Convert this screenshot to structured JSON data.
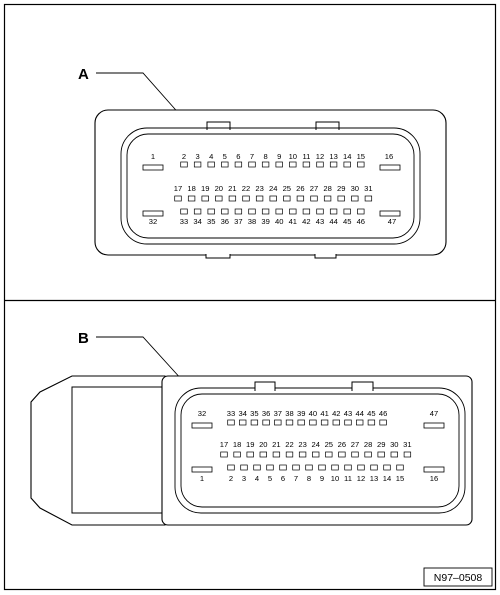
{
  "figure_ref": "N97–0508",
  "connector_a": {
    "label": "A",
    "row1_pins": [
      "1",
      "2",
      "3",
      "4",
      "5",
      "6",
      "7",
      "8",
      "9",
      "10",
      "11",
      "12",
      "13",
      "14",
      "15",
      "16"
    ],
    "row2_pins": [
      "17",
      "18",
      "19",
      "20",
      "21",
      "22",
      "23",
      "24",
      "25",
      "26",
      "27",
      "28",
      "29",
      "30",
      "31"
    ],
    "row3_pins": [
      "32",
      "33",
      "34",
      "35",
      "36",
      "37",
      "38",
      "39",
      "40",
      "41",
      "42",
      "43",
      "44",
      "45",
      "46",
      "47"
    ]
  },
  "connector_b": {
    "label": "B",
    "row1_pins": [
      "32",
      "33",
      "34",
      "35",
      "36",
      "37",
      "38",
      "39",
      "40",
      "41",
      "42",
      "43",
      "44",
      "45",
      "46",
      "47"
    ],
    "row2_pins": [
      "17",
      "18",
      "19",
      "20",
      "21",
      "22",
      "23",
      "24",
      "25",
      "26",
      "27",
      "28",
      "29",
      "30",
      "31"
    ],
    "row3_pins": [
      "1",
      "2",
      "3",
      "4",
      "5",
      "6",
      "7",
      "8",
      "9",
      "10",
      "11",
      "12",
      "13",
      "14",
      "15",
      "16"
    ]
  }
}
